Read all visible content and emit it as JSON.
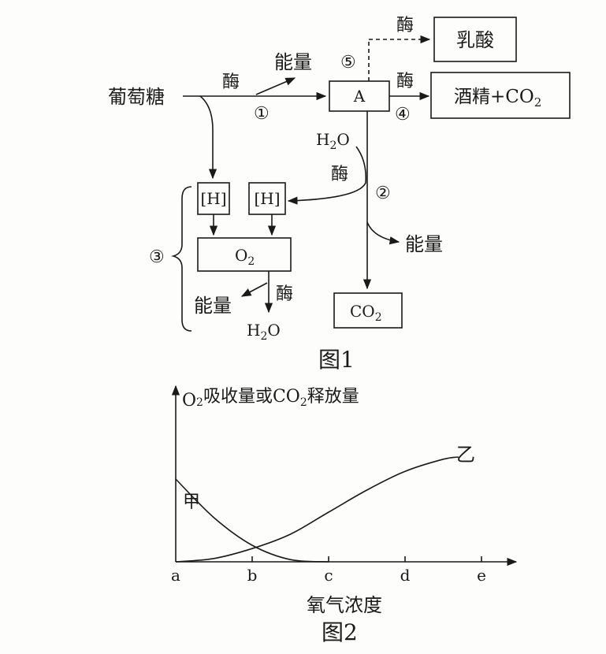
{
  "figure1": {
    "caption": "图1",
    "glucose": "葡萄糖",
    "enzyme": "酶",
    "energy": "能量",
    "A": "A",
    "lactic_acid": "乳酸",
    "alcohol_co2": "酒精+CO",
    "co2": "CO",
    "sub2": "2",
    "h2o": "H",
    "h2o_tail": "O",
    "H": "[H]",
    "o2": "O",
    "step1": "①",
    "step2": "②",
    "step3": "③",
    "step4": "④",
    "step5": "⑤"
  },
  "figure2": {
    "caption": "图2",
    "ylabel_o": "O",
    "ylabel_mid": "吸收量或CO",
    "ylabel_end": "释放量",
    "xlabel": "氧气浓度",
    "curve_jia": "甲",
    "curve_yi": "乙",
    "ticks": [
      "a",
      "b",
      "c",
      "d",
      "e"
    ]
  },
  "chart_data": {
    "type": "line",
    "xlabel": "氧气浓度",
    "ylabel": "O2吸收量或CO2释放量",
    "categories": [
      "a",
      "b",
      "c",
      "d",
      "e"
    ],
    "series": [
      {
        "name": "甲",
        "x": [
          0,
          0.5,
          1,
          1.5,
          2
        ],
        "y": [
          0.75,
          0.4,
          0.15,
          0.02,
          0
        ]
      },
      {
        "name": "乙",
        "x": [
          0,
          0.5,
          1,
          1.5,
          2,
          2.5,
          3,
          3.5,
          3.7
        ],
        "y": [
          0,
          0.03,
          0.12,
          0.25,
          0.45,
          0.65,
          0.82,
          0.93,
          0.95
        ]
      }
    ]
  }
}
